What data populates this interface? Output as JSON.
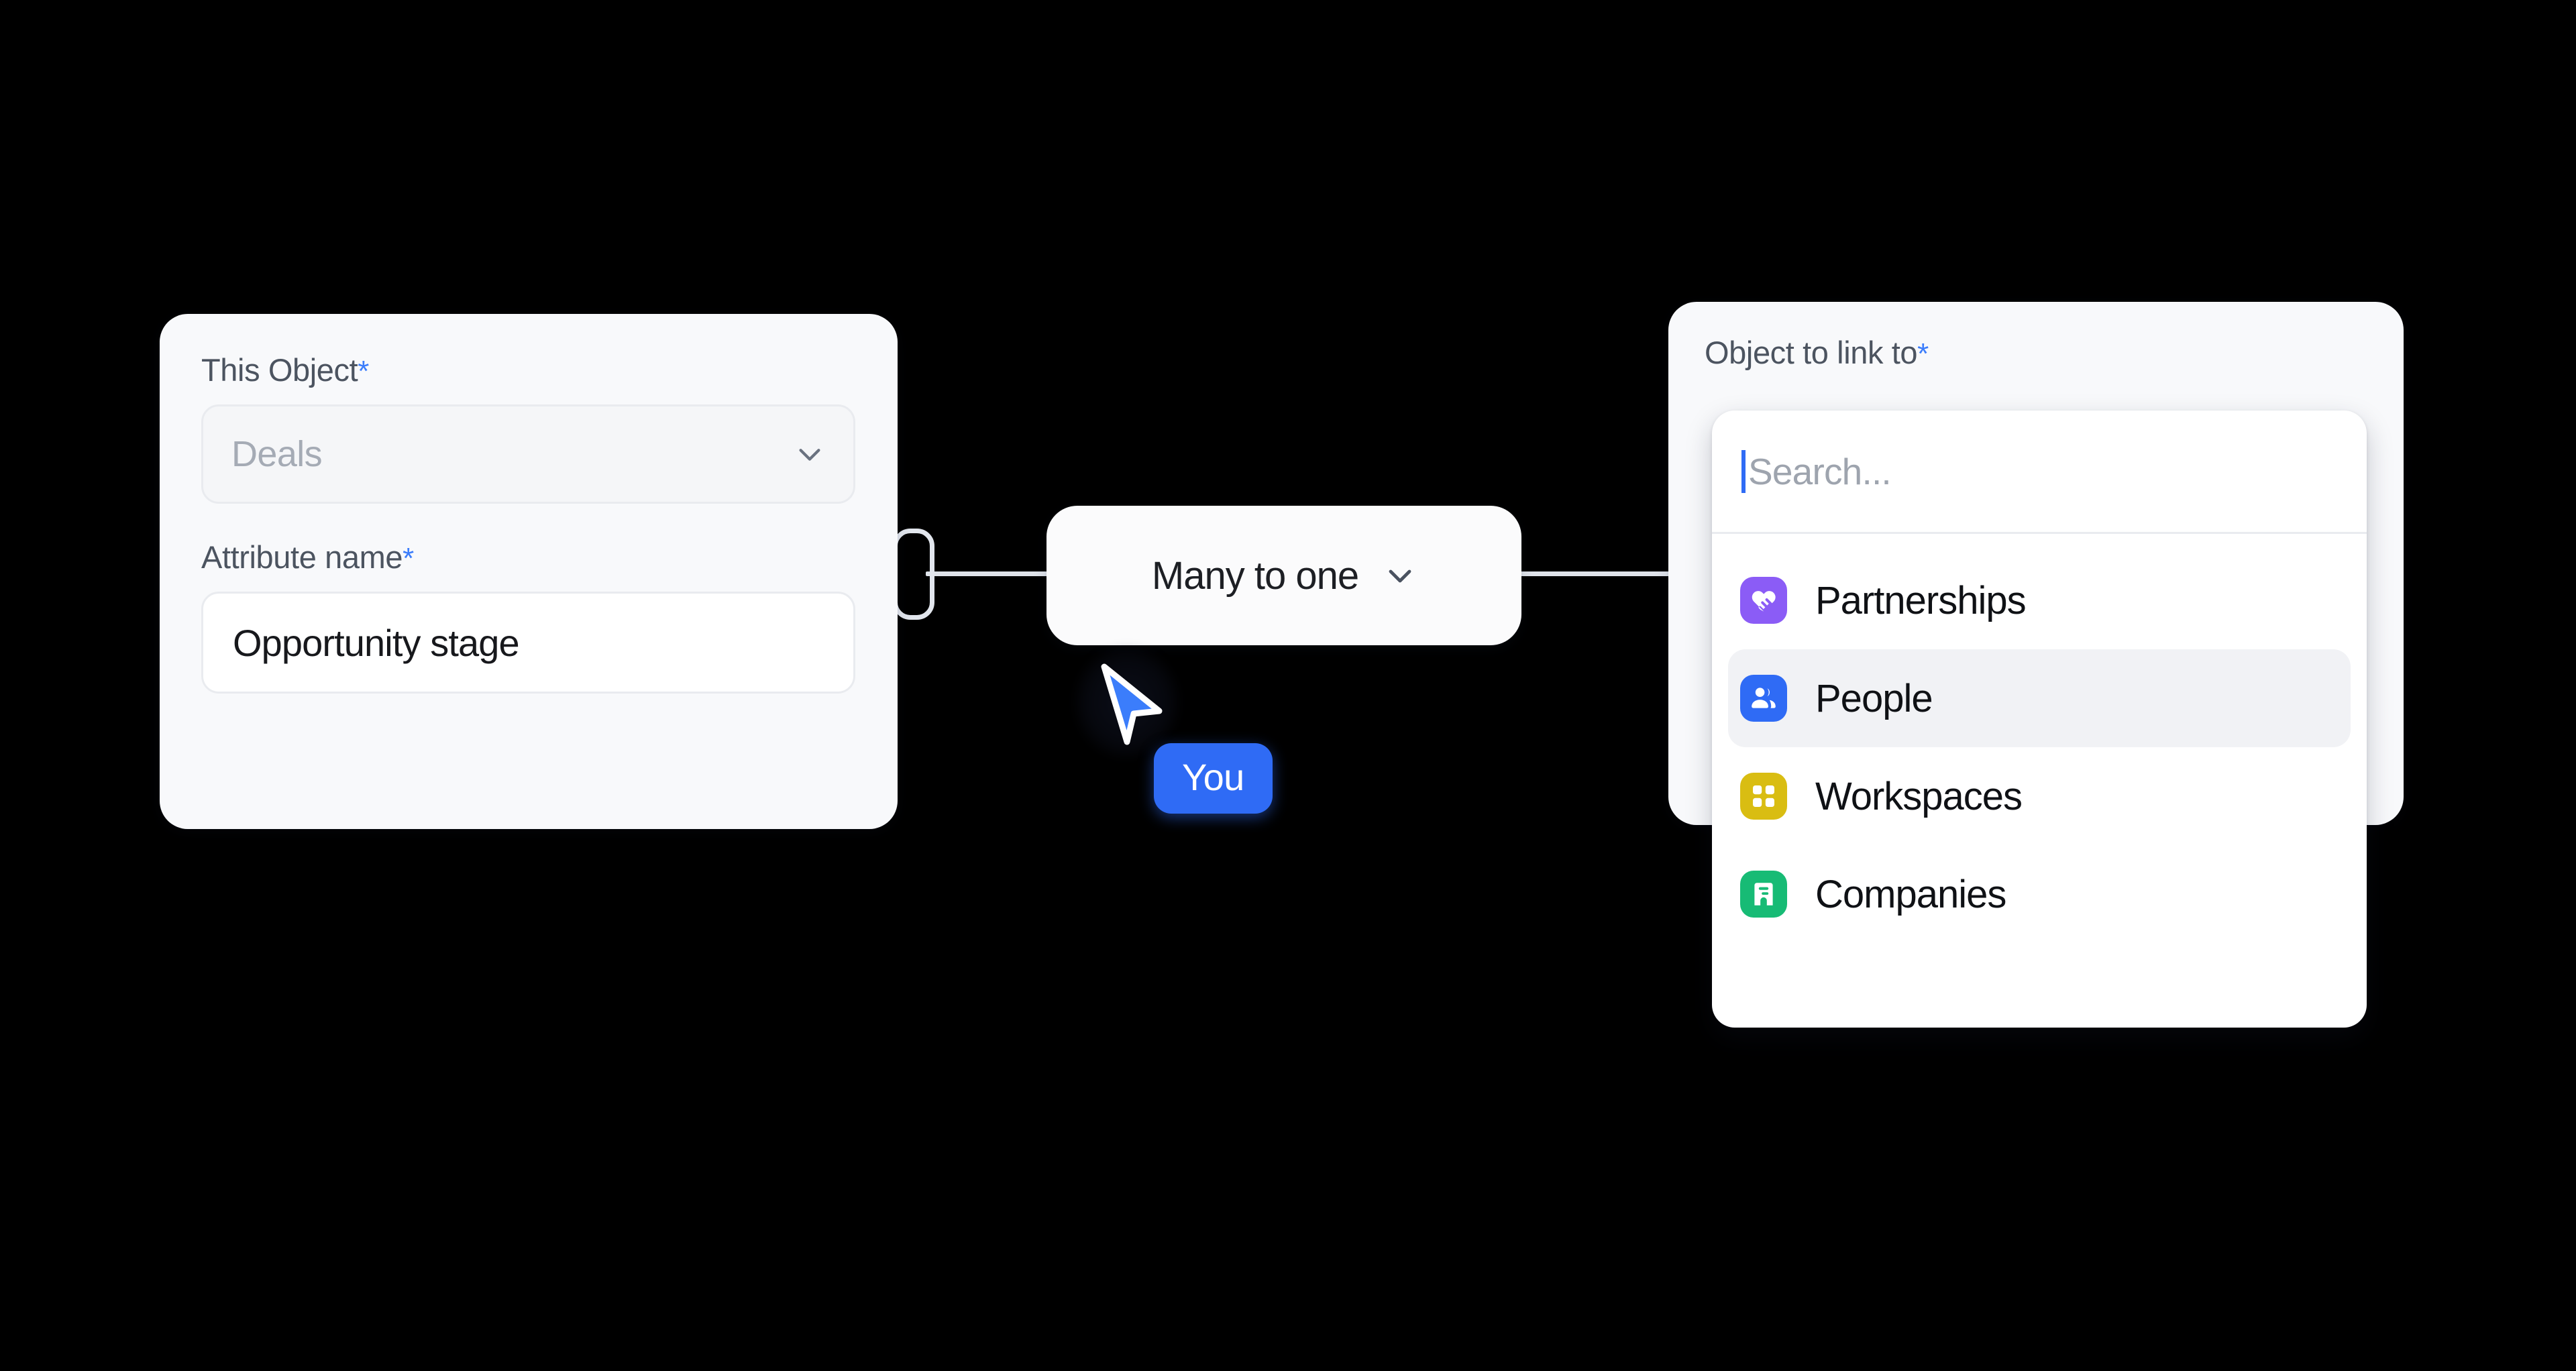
{
  "source_card": {
    "object_label": "This Object",
    "required_mark": "*",
    "object_value": "Deals",
    "attribute_label": "Attribute name",
    "attribute_value": "Opportunity stage",
    "dropdown_icon": "chevron-down-icon"
  },
  "relation_pill": {
    "value": "Many to one",
    "dropdown_icon": "chevron-down-icon"
  },
  "target_card": {
    "label": "Object to link to",
    "required_mark": "*"
  },
  "dropdown": {
    "search_placeholder": "Search...",
    "search_value": "",
    "options": [
      {
        "label": "Partnerships",
        "icon": "partnerships-icon",
        "color": "#8b5cf6",
        "selected": false
      },
      {
        "label": "People",
        "icon": "people-icon",
        "color": "#2f6bf5",
        "selected": true
      },
      {
        "label": "Workspaces",
        "icon": "workspaces-icon",
        "color": "#d9bd12",
        "selected": false
      },
      {
        "label": "Companies",
        "icon": "companies-icon",
        "color": "#17bb75",
        "selected": false
      }
    ]
  },
  "cursor": {
    "label": "You",
    "color": "#2f6bf5"
  },
  "theme": {
    "accent": "#2f6bf5",
    "required_asterisk": "#3b7dfb",
    "background": "#000000",
    "card_background": "#f8f9fb",
    "selected_row": "#f1f2f5"
  }
}
